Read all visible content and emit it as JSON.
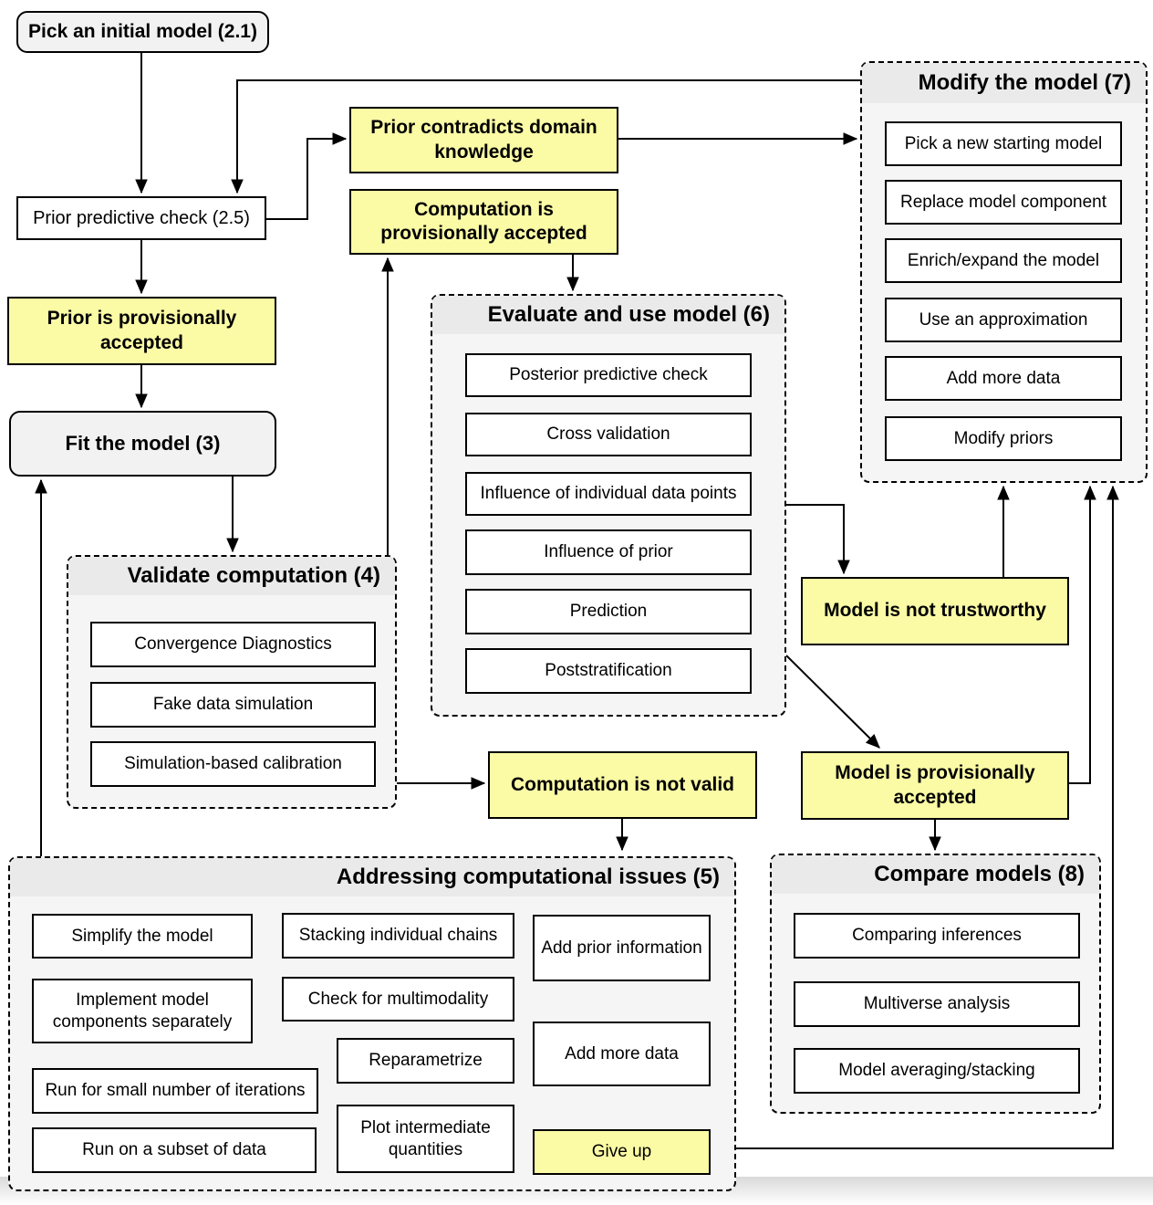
{
  "nodes": {
    "pick_initial": "Pick an initial model (2.1)",
    "prior_check": "Prior predictive check (2.5)",
    "prior_contradicts": "Prior contradicts domain knowledge",
    "computation_accepted": "Computation is provisionally accepted",
    "prior_accepted": "Prior is provisionally accepted",
    "fit_model": "Fit the model (3)",
    "computation_not_valid": "Computation is not valid",
    "model_not_trustworthy": "Model is not trustworthy",
    "model_accepted": "Model is provisionally accepted"
  },
  "containers": {
    "validate": {
      "title": "Validate computation (4)",
      "items": [
        "Convergence Diagnostics",
        "Fake data simulation",
        "Simulation-based calibration"
      ]
    },
    "evaluate": {
      "title": "Evaluate and use model (6)",
      "items": [
        "Posterior predictive check",
        "Cross validation",
        "Influence of individual data points",
        "Influence of prior",
        "Prediction",
        "Poststratification"
      ]
    },
    "modify": {
      "title": "Modify the model (7)",
      "items": [
        "Pick a new starting model",
        "Replace model component",
        "Enrich/expand the model",
        "Use an approximation",
        "Add more data",
        "Modify priors"
      ]
    },
    "addressing": {
      "title": "Addressing computational issues (5)",
      "items_left": [
        "Simplify the model",
        "Implement model components separately",
        "Run for small number of iterations",
        "Run on a subset of data"
      ],
      "items_middle": [
        "Stacking individual chains",
        "Check for multimodality",
        "Reparametrize",
        "Plot intermediate quantities"
      ],
      "items_right": [
        "Add prior information",
        "Add more data",
        "Give up"
      ]
    },
    "compare": {
      "title": "Compare models (8)",
      "items": [
        "Comparing inferences",
        "Multiverse analysis",
        "Model averaging/stacking"
      ]
    }
  },
  "colors": {
    "highlight_yellow": "#FBFBA6",
    "container_fill": "#F5F5F6",
    "header_fill": "#EAEAEA",
    "rounded_fill": "#F2F2F2",
    "line": "#000000"
  }
}
